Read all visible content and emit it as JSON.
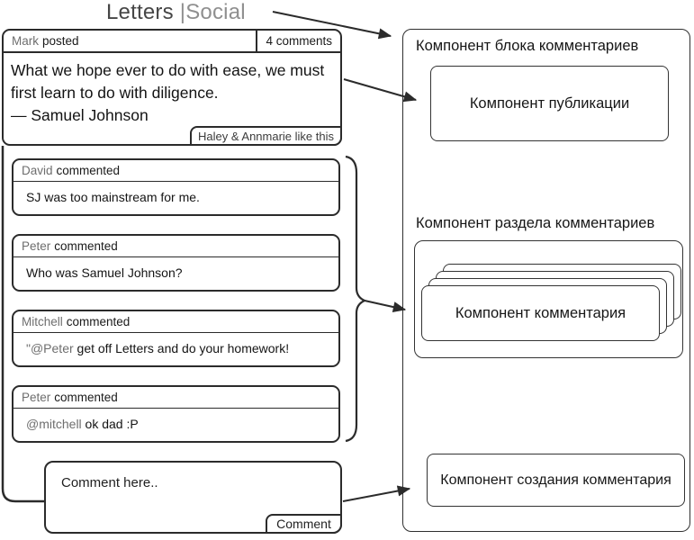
{
  "logo": {
    "primary": "Letters",
    "secondary": "|Social"
  },
  "post": {
    "author": "Mark",
    "action": "posted",
    "comments_count": "4 comments",
    "quote": "What we hope ever to do with ease, we must first learn to do with diligence.",
    "attribution": "— Samuel Johnson",
    "likes": "Haley & Annmarie like this"
  },
  "comments": [
    {
      "author": "David",
      "action": "commented",
      "mention": "",
      "text": "SJ was too mainstream for me."
    },
    {
      "author": "Peter",
      "action": "commented",
      "mention": "",
      "text": "Who was Samuel Johnson?"
    },
    {
      "author": "Mitchell",
      "action": "commented",
      "mention": "\"@Peter",
      "text": " get off Letters and do your homework!"
    },
    {
      "author": "Peter",
      "action": "commented",
      "mention": "@mitchell",
      "text": " ok dad :P"
    }
  ],
  "composer": {
    "placeholder": "Comment here..",
    "button": "Comment"
  },
  "annotations": {
    "block_component": "Компонент блока комментариев",
    "post_component": "Компонент публикации",
    "section_component": "Компонент раздела комментариев",
    "comment_component": "Компонент комментария",
    "create_component": "Компонент создания комментария"
  },
  "colors": {
    "line": "#2b2b2b",
    "panel_line": "#333333",
    "text": "#141414",
    "muted": "#6e6e6e",
    "logo_primary": "#464646",
    "logo_secondary": "#8f8f8f"
  }
}
